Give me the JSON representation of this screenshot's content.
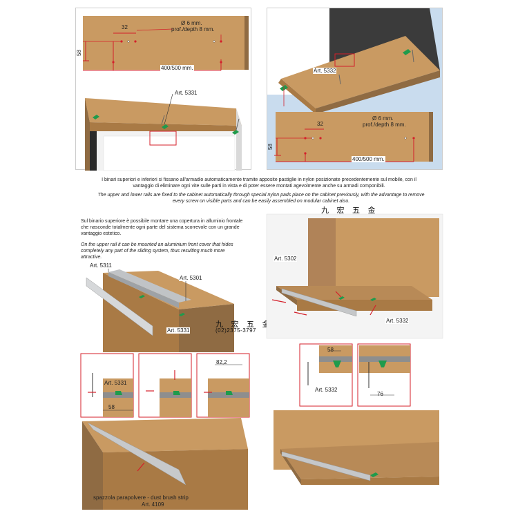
{
  "colors": {
    "wood": "#c99a62",
    "wood_dark": "#a97a45",
    "wood_side": "#8f6b43",
    "red": "#d41f2a",
    "green": "#1f9b4c",
    "steel": "#b7b9bb",
    "blue_panel": "#c9dcee",
    "dark_interior": "#2a2a2a"
  },
  "icons": [
    "fixing-pad-icon",
    "arrow-icon",
    "rail-profile-icon"
  ],
  "top_left": {
    "hole_spec": "Ø 6 mm.",
    "depth_spec": "prof./depth 8 mm.",
    "dim_32": "32",
    "dim_58": "58",
    "dim_400_500": "400/500 mm.",
    "art_label": "Art. 5331"
  },
  "top_right": {
    "art_label": "Art. 5332",
    "hole_spec": "Ø 6 mm.",
    "depth_spec": "prof./depth 8 mm.",
    "dim_32": "32",
    "dim_58": "58",
    "dim_400_500": "400/500 mm."
  },
  "caption_it": "I binari superiori e inferiori si fissano all'armadio automaticamente tramite apposite pastiglie in nylon posizionate precedentemente sul mobile, con il vantaggio di eliminare ogni vite sulle parti in vista e di poter essere montati agevolmente anche su armadi componibili.",
  "caption_en": "The upper and lower rails are fixed to the cabinet automatically through special  nylon pads place on the cabinet previously, with the advantage to remove every screw on visible parts and can be easily assembled  on modular cabinet also.",
  "watermark": {
    "chars": "九 宏 五 金",
    "phone": "(02)2375-3797"
  },
  "bottom_left": {
    "text_it": "Sul binario superiore è possibile montare una copertura  in alluminio frontale che nasconde totalmente ogni parte del sistema scorrevole con un grande vantaggio estetico.",
    "text_en": "On the upper rail it can be mounted an aluminium front cover that hides completely any part of the sliding system, thus resulting much more attractive.",
    "art_5311": "Art. 5311",
    "art_5301": "Art. 5301",
    "art_5331": "Art. 5331",
    "detail_art": "Art. 5331",
    "dim_58": "58",
    "dim_82": "82,2",
    "brush_it": "spazzola parapolvere - dust brush strip",
    "brush_art": "Art. 4109"
  },
  "bottom_right": {
    "art_5302": "Art. 5302",
    "art_5332_a": "Art. 5332",
    "art_5332_b": "Art. 5332",
    "dim_58": "58",
    "dim_76": "76"
  }
}
